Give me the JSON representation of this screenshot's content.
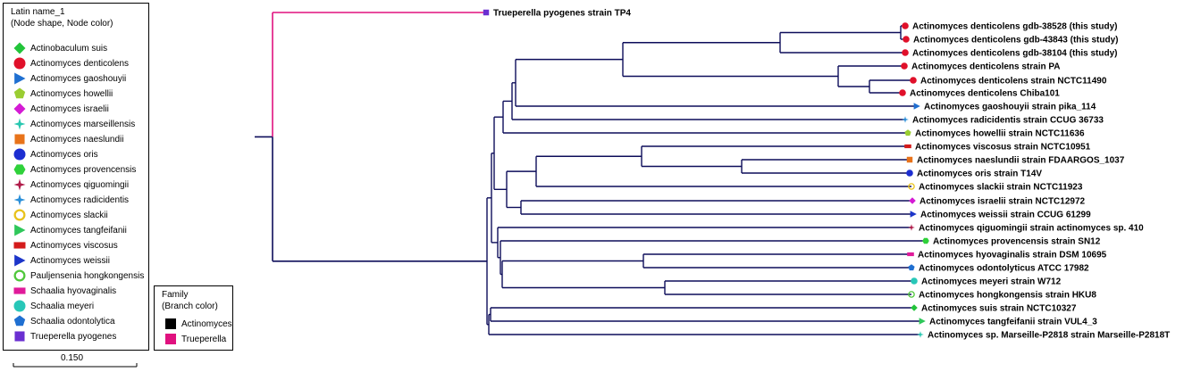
{
  "legend": {
    "title_line1": "Latin name_1",
    "title_line2": "(Node shape, Node color)",
    "items": [
      {
        "label": "Actinobaculum suis",
        "shape": "diamond",
        "color": "#22c43a",
        "outline": false
      },
      {
        "label": "Actinomyces denticolens",
        "shape": "circle",
        "color": "#e0102a",
        "outline": false
      },
      {
        "label": "Actinomyces gaoshouyii",
        "shape": "triangle-right",
        "color": "#1f6fd1",
        "outline": false
      },
      {
        "label": "Actinomyces howellii",
        "shape": "pentagon",
        "color": "#9acd32",
        "outline": false
      },
      {
        "label": "Actinomyces israelii",
        "shape": "diamond",
        "color": "#d41bd4",
        "outline": false
      },
      {
        "label": "Actinomyces marseillensis",
        "shape": "star4",
        "color": "#28c7b0",
        "outline": false
      },
      {
        "label": "Actinomyces naeslundii",
        "shape": "square",
        "color": "#e8731a",
        "outline": false
      },
      {
        "label": "Actinomyces oris",
        "shape": "circle",
        "color": "#1c2ed1",
        "outline": false
      },
      {
        "label": "Actinomyces provencensis",
        "shape": "hexagon",
        "color": "#2fd13a",
        "outline": false
      },
      {
        "label": "Actinomyces qiguomingii",
        "shape": "star4",
        "color": "#b01c4a",
        "outline": false
      },
      {
        "label": "Actinomyces radicidentis",
        "shape": "star4",
        "color": "#2a8fd9",
        "outline": false
      },
      {
        "label": "Actinomyces slackii",
        "shape": "circle",
        "color": "#e8c21a",
        "outline": true
      },
      {
        "label": "Actinomyces tangfeifanii",
        "shape": "triangle-right",
        "color": "#2fc75a",
        "outline": false
      },
      {
        "label": "Actinomyces viscosus",
        "shape": "rect",
        "color": "#d41b1b",
        "outline": false
      },
      {
        "label": "Actinomyces weissii",
        "shape": "triangle-right",
        "color": "#1c35c9",
        "outline": false
      },
      {
        "label": "Pauljensenia hongkongensis",
        "shape": "circle",
        "color": "#4fc73a",
        "outline": true
      },
      {
        "label": "Schaalia hyovaginalis",
        "shape": "rect",
        "color": "#e01a9a",
        "outline": false
      },
      {
        "label": "Schaalia meyeri",
        "shape": "circle",
        "color": "#28c7b8",
        "outline": false
      },
      {
        "label": "Schaalia odontolytica",
        "shape": "pentagon",
        "color": "#1f6fd1",
        "outline": false
      },
      {
        "label": "Trueperella pyogenes",
        "shape": "square",
        "color": "#6a2fd1",
        "outline": false
      }
    ]
  },
  "family_legend": {
    "title_line1": "Family",
    "title_line2": "(Branch color)",
    "items": [
      {
        "label": "Actinomyces",
        "color": "#000000"
      },
      {
        "label": "Trueperella",
        "color": "#e0117f"
      }
    ]
  },
  "scale_bar": {
    "label": "0.150"
  },
  "colors": {
    "actinomyces_branch": "#0d0d5a",
    "trueperella_branch": "#e0117f"
  },
  "tree": {
    "tips": [
      {
        "label": "Trueperella pyogenes strain TP4",
        "species": "Trueperella pyogenes"
      },
      {
        "label": "Actinomyces denticolens gdb-38528 (this study)",
        "species": "Actinomyces denticolens"
      },
      {
        "label": "Actinomyces denticolens gdb-43843 (this study)",
        "species": "Actinomyces denticolens"
      },
      {
        "label": "Actinomyces denticolens gdb-38104 (this study)",
        "species": "Actinomyces denticolens"
      },
      {
        "label": "Actinomyces denticolens strain PA",
        "species": "Actinomyces denticolens"
      },
      {
        "label": "Actinomyces denticolens strain NCTC11490",
        "species": "Actinomyces denticolens"
      },
      {
        "label": "Actinomyces denticolens Chiba101",
        "species": "Actinomyces denticolens"
      },
      {
        "label": "Actinomyces gaoshouyii strain pika_114",
        "species": "Actinomyces gaoshouyii"
      },
      {
        "label": "Actinomyces radicidentis strain CCUG 36733",
        "species": "Actinomyces radicidentis"
      },
      {
        "label": "Actinomyces howellii strain NCTC11636",
        "species": "Actinomyces howellii"
      },
      {
        "label": "Actinomyces viscosus strain NCTC10951",
        "species": "Actinomyces viscosus"
      },
      {
        "label": "Actinomyces naeslundii strain FDAARGOS_1037",
        "species": "Actinomyces naeslundii"
      },
      {
        "label": "Actinomyces oris strain T14V",
        "species": "Actinomyces oris"
      },
      {
        "label": "Actinomyces slackii strain NCTC11923",
        "species": "Actinomyces slackii"
      },
      {
        "label": "Actinomyces israelii strain NCTC12972",
        "species": "Actinomyces israelii"
      },
      {
        "label": "Actinomyces weissii strain CCUG 61299",
        "species": "Actinomyces weissii"
      },
      {
        "label": "Actinomyces qiguomingii strain actinomyces sp. 410",
        "species": "Actinomyces qiguomingii"
      },
      {
        "label": "Actinomyces provencensis strain SN12",
        "species": "Actinomyces provencensis"
      },
      {
        "label": "Actinomyces hyovaginalis strain DSM 10695",
        "species": "Schaalia hyovaginalis"
      },
      {
        "label": "Actinomyces odontolyticus ATCC 17982",
        "species": "Schaalia odontolytica"
      },
      {
        "label": "Actinomyces meyeri strain W712",
        "species": "Schaalia meyeri"
      },
      {
        "label": "Actinomyces hongkongensis strain HKU8",
        "species": "Pauljensenia hongkongensis"
      },
      {
        "label": "Actinomyces suis strain NCTC10327",
        "species": "Actinobaculum suis"
      },
      {
        "label": "Actinomyces tangfeifanii strain VUL4_3",
        "species": "Actinomyces tangfeifanii"
      },
      {
        "label": "Actinomyces sp. Marseille-P2818 strain Marseille-P2818T",
        "species": "Actinomyces marseillensis"
      }
    ]
  }
}
